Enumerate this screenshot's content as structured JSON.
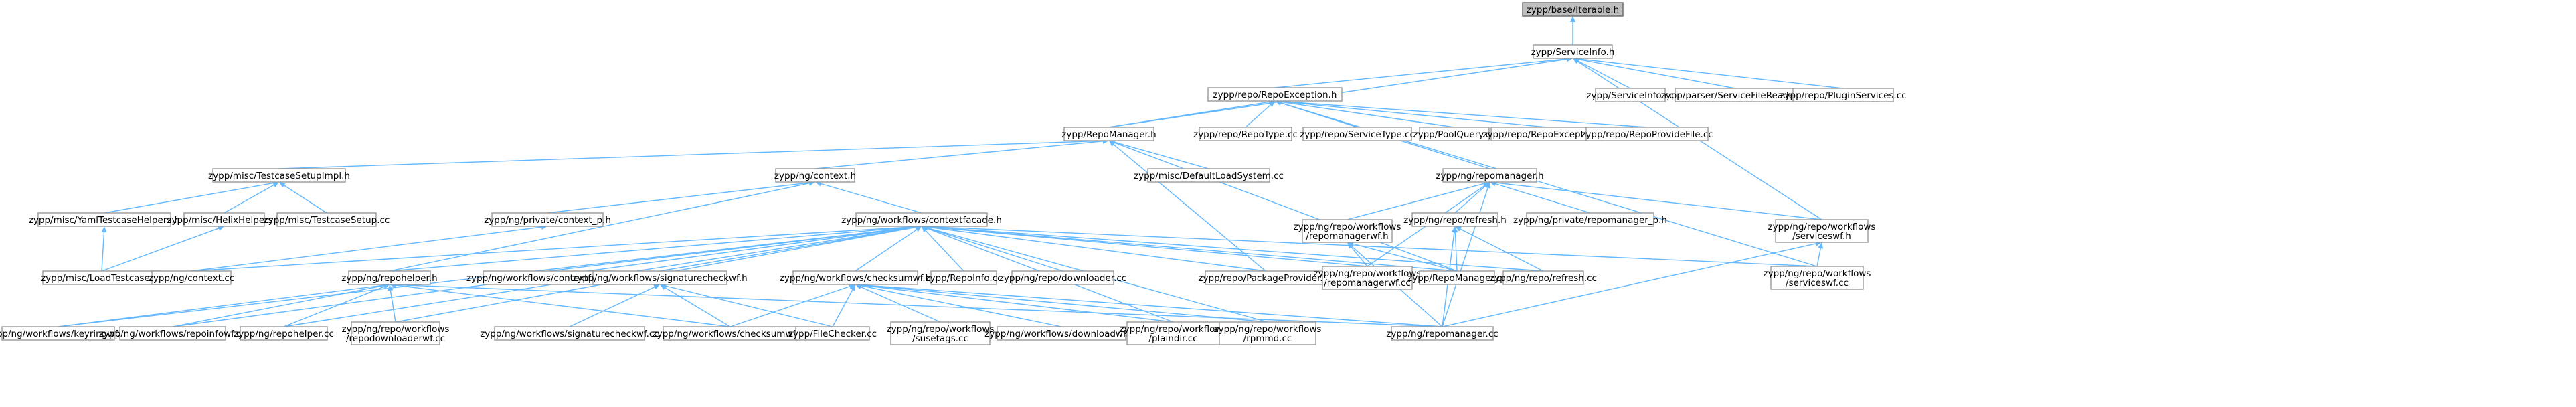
{
  "graph": {
    "nodes": [
      {
        "id": "n0",
        "lines": [
          "zypp/base/Iterable.h"
        ],
        "root": true
      },
      {
        "id": "n1",
        "lines": [
          "zypp/ServiceInfo.h"
        ]
      },
      {
        "id": "n2",
        "lines": [
          "zypp/repo/RepoException.h"
        ]
      },
      {
        "id": "n3",
        "lines": [
          "zypp/ServiceInfo.cc"
        ]
      },
      {
        "id": "n4",
        "lines": [
          "zypp/parser/ServiceFileReader.cc"
        ]
      },
      {
        "id": "n5",
        "lines": [
          "zypp/repo/PluginServices.cc"
        ]
      },
      {
        "id": "n6",
        "lines": [
          "zypp/RepoManager.h"
        ]
      },
      {
        "id": "n7",
        "lines": [
          "zypp/repo/RepoType.cc"
        ]
      },
      {
        "id": "n8",
        "lines": [
          "zypp/repo/ServiceType.cc"
        ]
      },
      {
        "id": "n9",
        "lines": [
          "zypp/PoolQuery.cc"
        ]
      },
      {
        "id": "n10",
        "lines": [
          "zypp/repo/RepoException.cc"
        ]
      },
      {
        "id": "n11",
        "lines": [
          "zypp/repo/RepoProvideFile.cc"
        ]
      },
      {
        "id": "n12",
        "lines": [
          "zypp/misc/TestcaseSetupImpl.h"
        ]
      },
      {
        "id": "n13",
        "lines": [
          "zypp/ng/context.h"
        ]
      },
      {
        "id": "n14",
        "lines": [
          "zypp/misc/DefaultLoadSystem.cc"
        ]
      },
      {
        "id": "n15",
        "lines": [
          "zypp/ng/repomanager.h"
        ]
      },
      {
        "id": "n16",
        "lines": [
          "zypp/misc/YamlTestcaseHelpers.h"
        ]
      },
      {
        "id": "n17",
        "lines": [
          "zypp/misc/HelixHelpers.h"
        ]
      },
      {
        "id": "n18",
        "lines": [
          "zypp/misc/TestcaseSetup.cc"
        ]
      },
      {
        "id": "n19",
        "lines": [
          "zypp/ng/private/context_p.h"
        ]
      },
      {
        "id": "n20",
        "lines": [
          "zypp/ng/workflows/contextfacade.h"
        ]
      },
      {
        "id": "n21",
        "lines": [
          "zypp/ng/repo/workflows",
          "/repomanagerwf.h"
        ]
      },
      {
        "id": "n22",
        "lines": [
          "zypp/ng/repo/refresh.h"
        ]
      },
      {
        "id": "n23",
        "lines": [
          "zypp/ng/private/repomanager_p.h"
        ]
      },
      {
        "id": "n24",
        "lines": [
          "zypp/ng/repo/workflows",
          "/serviceswf.h"
        ]
      },
      {
        "id": "n25",
        "lines": [
          "zypp/misc/LoadTestcase.cc"
        ]
      },
      {
        "id": "n26",
        "lines": [
          "zypp/ng/context.cc"
        ]
      },
      {
        "id": "n27",
        "lines": [
          "zypp/ng/repohelper.h"
        ]
      },
      {
        "id": "n28",
        "lines": [
          "zypp/ng/workflows/contextfacade.cc"
        ]
      },
      {
        "id": "n29",
        "lines": [
          "zypp/ng/workflows/signaturecheckwf.h"
        ]
      },
      {
        "id": "n30",
        "lines": [
          "zypp/ng/workflows/checksumwf.h"
        ]
      },
      {
        "id": "n31",
        "lines": [
          "zypp/RepoInfo.cc"
        ]
      },
      {
        "id": "n32",
        "lines": [
          "zypp/ng/repo/downloader.cc"
        ]
      },
      {
        "id": "n33",
        "lines": [
          "zypp/repo/PackageProvider.cc"
        ]
      },
      {
        "id": "n34",
        "lines": [
          "zypp/ng/repo/workflows",
          "/repomanagerwf.cc"
        ]
      },
      {
        "id": "n35",
        "lines": [
          "zypp/RepoManager.cc"
        ]
      },
      {
        "id": "n36",
        "lines": [
          "zypp/ng/repo/refresh.cc"
        ]
      },
      {
        "id": "n37",
        "lines": [
          "zypp/ng/repo/workflows",
          "/serviceswf.cc"
        ]
      },
      {
        "id": "n38",
        "lines": [
          "zypp/ng/workflows/keyringwf.cc"
        ]
      },
      {
        "id": "n39",
        "lines": [
          "zypp/ng/workflows/repoinfowf.cc"
        ]
      },
      {
        "id": "n40",
        "lines": [
          "zypp/ng/repohelper.cc"
        ]
      },
      {
        "id": "n41",
        "lines": [
          "zypp/ng/repo/workflows",
          "/repodownloaderwf.cc"
        ]
      },
      {
        "id": "n42",
        "lines": [
          "zypp/ng/workflows/signaturecheckwf.cc"
        ]
      },
      {
        "id": "n43",
        "lines": [
          "zypp/ng/workflows/checksumwf.cc"
        ]
      },
      {
        "id": "n44",
        "lines": [
          "zypp/FileChecker.cc"
        ]
      },
      {
        "id": "n45",
        "lines": [
          "zypp/ng/repo/workflows",
          "/susetags.cc"
        ]
      },
      {
        "id": "n46",
        "lines": [
          "zypp/ng/workflows/downloadwf.cc"
        ]
      },
      {
        "id": "n47",
        "lines": [
          "zypp/ng/repo/workflows",
          "/plaindir.cc"
        ]
      },
      {
        "id": "n48",
        "lines": [
          "zypp/ng/repo/workflows",
          "/rpmmd.cc"
        ]
      },
      {
        "id": "n49",
        "lines": [
          "zypp/ng/repomanager.cc"
        ]
      }
    ],
    "edges": [
      [
        "n0",
        "n1"
      ],
      [
        "n1",
        "n2"
      ],
      [
        "n1",
        "n3"
      ],
      [
        "n1",
        "n4"
      ],
      [
        "n1",
        "n5"
      ],
      [
        "n1",
        "n6"
      ],
      [
        "n1",
        "n24"
      ],
      [
        "n2",
        "n6"
      ],
      [
        "n2",
        "n7"
      ],
      [
        "n2",
        "n8"
      ],
      [
        "n2",
        "n9"
      ],
      [
        "n2",
        "n10"
      ],
      [
        "n2",
        "n11"
      ],
      [
        "n2",
        "n15"
      ],
      [
        "n2",
        "n37"
      ],
      [
        "n6",
        "n12"
      ],
      [
        "n6",
        "n13"
      ],
      [
        "n6",
        "n14"
      ],
      [
        "n6",
        "n33"
      ],
      [
        "n6",
        "n35"
      ],
      [
        "n12",
        "n16"
      ],
      [
        "n12",
        "n17"
      ],
      [
        "n12",
        "n18"
      ],
      [
        "n16",
        "n25"
      ],
      [
        "n17",
        "n25"
      ],
      [
        "n13",
        "n19"
      ],
      [
        "n13",
        "n20"
      ],
      [
        "n13",
        "n27"
      ],
      [
        "n19",
        "n26"
      ],
      [
        "n15",
        "n21"
      ],
      [
        "n15",
        "n22"
      ],
      [
        "n15",
        "n23"
      ],
      [
        "n15",
        "n24"
      ],
      [
        "n15",
        "n34"
      ],
      [
        "n15",
        "n49"
      ],
      [
        "n20",
        "n26"
      ],
      [
        "n20",
        "n27"
      ],
      [
        "n20",
        "n28"
      ],
      [
        "n20",
        "n29"
      ],
      [
        "n20",
        "n30"
      ],
      [
        "n20",
        "n31"
      ],
      [
        "n20",
        "n32"
      ],
      [
        "n20",
        "n33"
      ],
      [
        "n20",
        "n34"
      ],
      [
        "n20",
        "n35"
      ],
      [
        "n20",
        "n36"
      ],
      [
        "n20",
        "n37"
      ],
      [
        "n20",
        "n38"
      ],
      [
        "n20",
        "n39"
      ],
      [
        "n20",
        "n40"
      ],
      [
        "n20",
        "n41"
      ],
      [
        "n20",
        "n47"
      ],
      [
        "n20",
        "n48"
      ],
      [
        "n21",
        "n34"
      ],
      [
        "n21",
        "n35"
      ],
      [
        "n21",
        "n49"
      ],
      [
        "n22",
        "n35"
      ],
      [
        "n22",
        "n36"
      ],
      [
        "n22",
        "n49"
      ],
      [
        "n24",
        "n37"
      ],
      [
        "n24",
        "n49"
      ],
      [
        "n27",
        "n38"
      ],
      [
        "n27",
        "n39"
      ],
      [
        "n27",
        "n40"
      ],
      [
        "n27",
        "n41"
      ],
      [
        "n27",
        "n43"
      ],
      [
        "n27",
        "n49"
      ],
      [
        "n29",
        "n42"
      ],
      [
        "n29",
        "n43"
      ],
      [
        "n29",
        "n44"
      ],
      [
        "n30",
        "n43"
      ],
      [
        "n30",
        "n44"
      ],
      [
        "n30",
        "n45"
      ],
      [
        "n30",
        "n46"
      ],
      [
        "n30",
        "n47"
      ],
      [
        "n30",
        "n48"
      ],
      [
        "n30",
        "n49"
      ]
    ]
  }
}
